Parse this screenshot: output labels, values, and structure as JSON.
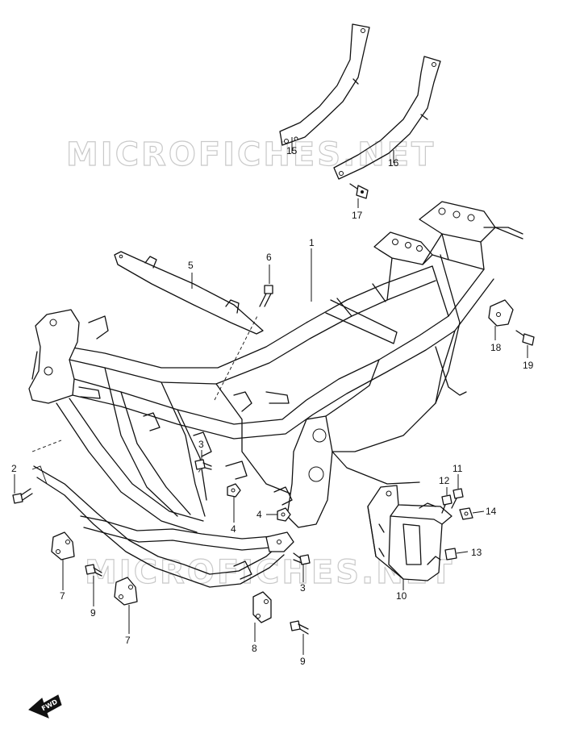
{
  "watermarks": [
    "MICROFICHES.NET",
    "MICROFICHES.NET"
  ],
  "fwd_label": "FWD",
  "callouts": {
    "c1": "1",
    "c2": "2",
    "c3a": "3",
    "c3b": "3",
    "c4a": "4",
    "c4b": "4",
    "c5": "5",
    "c6": "6",
    "c7a": "7",
    "c7b": "7",
    "c8": "8",
    "c9a": "9",
    "c9b": "9",
    "c10": "10",
    "c11": "11",
    "c12": "12",
    "c13": "13",
    "c14": "14",
    "c15": "15",
    "c16": "16",
    "c17": "17",
    "c18": "18",
    "c19": "19"
  }
}
